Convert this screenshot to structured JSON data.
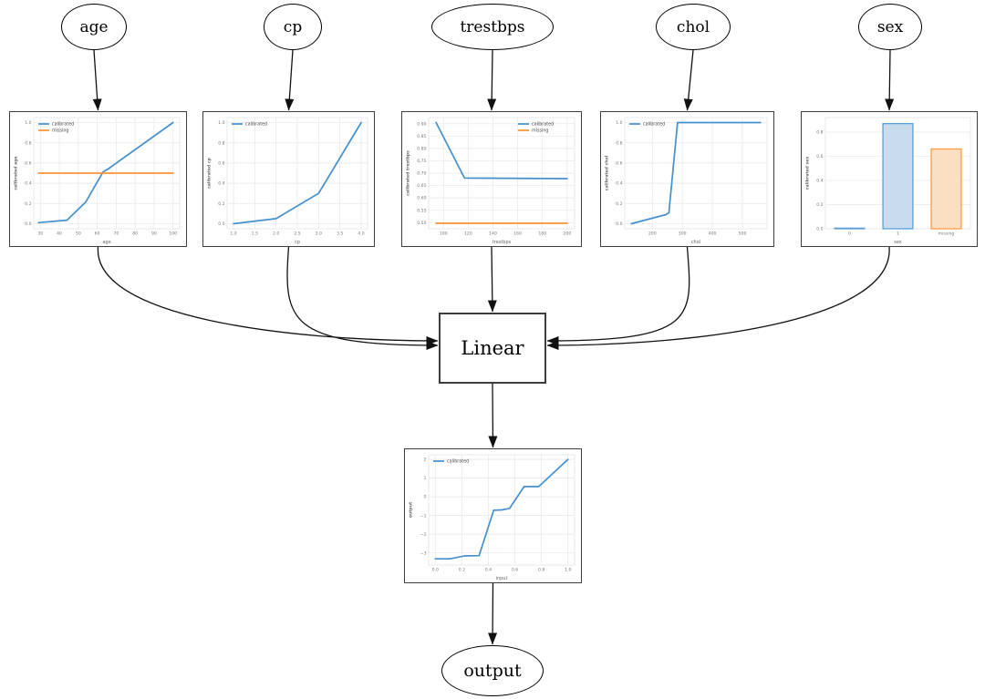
{
  "diagram": {
    "nodes": {
      "age": {
        "label": "age"
      },
      "cp": {
        "label": "cp"
      },
      "trestbps": {
        "label": "trestbps"
      },
      "chol": {
        "label": "chol"
      },
      "sex": {
        "label": "sex"
      },
      "linear": {
        "label": "Linear"
      },
      "output": {
        "label": "output"
      }
    },
    "edges": [
      {
        "from": "node-age",
        "to": "chart-age",
        "type": "straight"
      },
      {
        "from": "node-cp",
        "to": "chart-cp",
        "type": "straight"
      },
      {
        "from": "node-trestbps",
        "to": "chart-trestbps",
        "type": "straight"
      },
      {
        "from": "node-chol",
        "to": "chart-chol",
        "type": "straight"
      },
      {
        "from": "node-sex",
        "to": "chart-sex",
        "type": "straight"
      },
      {
        "from": "chart-age",
        "to": "node-linear",
        "type": "curve-left",
        "dy": -8
      },
      {
        "from": "chart-cp",
        "to": "node-linear",
        "type": "curve-left",
        "dy": -3
      },
      {
        "from": "chart-trestbps",
        "to": "node-linear",
        "type": "straight"
      },
      {
        "from": "chart-chol",
        "to": "node-linear",
        "type": "curve-right",
        "dy": -8
      },
      {
        "from": "chart-sex",
        "to": "node-linear",
        "type": "curve-right",
        "dy": -3
      },
      {
        "from": "node-linear",
        "to": "chart-final",
        "type": "straight"
      },
      {
        "from": "chart-final",
        "to": "node-output",
        "type": "straight"
      }
    ]
  },
  "colors": {
    "calibrated_line": "#4590cc",
    "missing_line": "#ff9233",
    "bar_fill_blue": "#c8dcee",
    "bar_edge_blue": "#5b9fd4",
    "bar_fill_orange": "#fbdfc2",
    "bar_edge_orange": "#ff9c43",
    "grid": "#e6e6ec",
    "plot_border": "#dcdce2",
    "tick_text": "#777777",
    "axis_text": "#666666",
    "legend_text": "#444444",
    "arrow": "#111111"
  },
  "chart_data": [
    {
      "id": "calib_age",
      "type": "line",
      "xlabel": "age",
      "ylabel": "calibrated age",
      "xlim": [
        26.5,
        103.5
      ],
      "ylim": [
        -0.05,
        1.05
      ],
      "x_tick_values": [
        30,
        40,
        50,
        60,
        70,
        80,
        90,
        100
      ],
      "x_tick_labels": [
        "30",
        "40",
        "50",
        "60",
        "70",
        "80",
        "90",
        "100"
      ],
      "y_tick_values": [
        0.0,
        0.2,
        0.4,
        0.6,
        0.8,
        1.0
      ],
      "y_tick_labels": [
        "0.0",
        "0.2",
        "0.4",
        "0.6",
        "0.8",
        "1.0"
      ],
      "grid": true,
      "legend": {
        "pos": "top-left"
      },
      "series": [
        {
          "name": "calibrated",
          "color": "calibrated_line",
          "x": [
            29,
            44,
            54,
            63,
            66,
            100
          ],
          "y": [
            0.01,
            0.035,
            0.215,
            0.51,
            0.545,
            1.0
          ]
        },
        {
          "name": "missing",
          "color": "missing_line",
          "x": [
            29,
            100
          ],
          "y": [
            0.5,
            0.5
          ]
        }
      ]
    },
    {
      "id": "calib_cp",
      "type": "line",
      "xlabel": "cp",
      "ylabel": "calibrated cp",
      "xlim": [
        0.85,
        4.15
      ],
      "ylim": [
        -0.05,
        1.05
      ],
      "x_tick_values": [
        1.0,
        1.5,
        2.0,
        2.5,
        3.0,
        3.5,
        4.0
      ],
      "x_tick_labels": [
        "1.0",
        "1.5",
        "2.0",
        "2.5",
        "3.0",
        "3.5",
        "4.0"
      ],
      "y_tick_values": [
        0.0,
        0.2,
        0.4,
        0.6,
        0.8,
        1.0
      ],
      "y_tick_labels": [
        "0.0",
        "0.2",
        "0.4",
        "0.6",
        "0.8",
        "1.0"
      ],
      "grid": true,
      "legend": {
        "pos": "top-left"
      },
      "series": [
        {
          "name": "calibrated",
          "color": "calibrated_line",
          "x": [
            1.0,
            2.0,
            3.0,
            4.0
          ],
          "y": [
            0.0,
            0.05,
            0.3,
            1.0
          ]
        }
      ]
    },
    {
      "id": "calib_trestbps",
      "type": "line",
      "xlabel": "trestbps",
      "ylabel": "calibrated trestbps",
      "margin_left": 29,
      "xlim": [
        88,
        206
      ],
      "ylim": [
        0.475,
        0.925
      ],
      "x_tick_values": [
        100,
        120,
        140,
        160,
        180,
        200
      ],
      "x_tick_labels": [
        "100",
        "120",
        "140",
        "160",
        "180",
        "200"
      ],
      "y_tick_values": [
        0.5,
        0.55,
        0.6,
        0.65,
        0.7,
        0.75,
        0.8,
        0.85,
        0.9
      ],
      "y_tick_labels": [
        "0.50",
        "0.55",
        "0.60",
        "0.65",
        "0.70",
        "0.75",
        "0.80",
        "0.85",
        "0.90"
      ],
      "grid": true,
      "legend": {
        "pos": "top-right"
      },
      "series": [
        {
          "name": "calibrated",
          "color": "calibrated_line",
          "x": [
            94,
            117,
            200
          ],
          "y": [
            0.905,
            0.68,
            0.678
          ]
        },
        {
          "name": "missing",
          "color": "missing_line",
          "x": [
            94,
            200
          ],
          "y": [
            0.497,
            0.497
          ]
        }
      ]
    },
    {
      "id": "calib_chol",
      "type": "line",
      "xlabel": "chol",
      "ylabel": "calibrated chol",
      "xlim": [
        108,
        582
      ],
      "ylim": [
        -0.05,
        1.05
      ],
      "x_tick_values": [
        200,
        300,
        400,
        500
      ],
      "x_tick_labels": [
        "200",
        "300",
        "400",
        "500"
      ],
      "y_tick_values": [
        0.0,
        0.2,
        0.4,
        0.6,
        0.8,
        1.0
      ],
      "y_tick_labels": [
        "0.0",
        "0.2",
        "0.4",
        "0.6",
        "0.8",
        "1.0"
      ],
      "grid": true,
      "legend": {
        "pos": "top-left"
      },
      "series": [
        {
          "name": "calibrated",
          "color": "calibrated_line",
          "x": [
            130,
            245,
            255,
            284,
            560
          ],
          "y": [
            0.0,
            0.09,
            0.11,
            1.0,
            1.0
          ]
        }
      ]
    },
    {
      "id": "calib_sex",
      "type": "bar",
      "xlabel": "sex",
      "ylabel": "calibrated sex",
      "xlim": [
        0,
        3
      ],
      "ylim": [
        0,
        0.92
      ],
      "categories": [
        "0",
        "1",
        "missing"
      ],
      "values": [
        0.005,
        0.87,
        0.66
      ],
      "bar_fills": [
        "bar_fill_blue",
        "bar_fill_blue",
        "bar_fill_orange"
      ],
      "bar_edges": [
        "bar_edge_blue",
        "bar_edge_blue",
        "bar_edge_orange"
      ],
      "y_tick_values": [
        0.0,
        0.2,
        0.4,
        0.6,
        0.8
      ],
      "y_tick_labels": [
        "0.0",
        "0.2",
        "0.4",
        "0.6",
        "0.8"
      ],
      "grid": true
    },
    {
      "id": "output_calibration",
      "type": "line",
      "xlabel": "input",
      "ylabel": "output",
      "xlim": [
        -0.05,
        1.05
      ],
      "ylim": [
        -3.65,
        2.25
      ],
      "x_tick_values": [
        0.0,
        0.2,
        0.4,
        0.6,
        0.8,
        1.0
      ],
      "x_tick_labels": [
        "0.0",
        "0.2",
        "0.4",
        "0.6",
        "0.8",
        "1.0"
      ],
      "y_tick_values": [
        -3,
        -2,
        -1,
        0,
        1,
        2
      ],
      "y_tick_labels": [
        "−3",
        "−2",
        "−1",
        "0",
        "1",
        "2"
      ],
      "grid": true,
      "legend": {
        "pos": "top-left"
      },
      "series": [
        {
          "name": "calibrated",
          "color": "calibrated_line",
          "x": [
            0.0,
            0.11,
            0.22,
            0.33,
            0.44,
            0.5,
            0.56,
            0.67,
            0.78,
            1.0
          ],
          "y": [
            -3.32,
            -3.32,
            -3.16,
            -3.15,
            -0.72,
            -0.7,
            -0.62,
            0.55,
            0.55,
            2.0
          ]
        }
      ]
    }
  ]
}
